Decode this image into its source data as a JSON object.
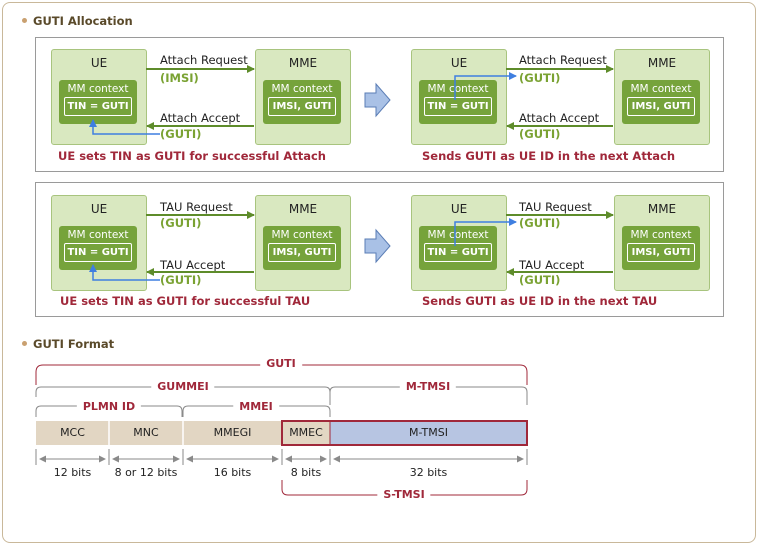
{
  "sections": {
    "allocation_title": "GUTI Allocation",
    "format_title": "GUTI Format"
  },
  "attach_left": {
    "ue": "UE",
    "mme": "MME",
    "ue_ctx_label": "MM context",
    "ue_ctx_value": "TIN = GUTI",
    "mme_ctx_label": "MM context",
    "mme_ctx_value": "IMSI, GUTI",
    "msg1": "Attach Request",
    "msg1_param": "(IMSI)",
    "msg2": "Attach Accept",
    "msg2_param": "(GUTI)",
    "caption": "UE sets TIN as GUTI for successful Attach"
  },
  "attach_right": {
    "ue": "UE",
    "mme": "MME",
    "ue_ctx_label": "MM context",
    "ue_ctx_value": "TIN = GUTI",
    "mme_ctx_label": "MM context",
    "mme_ctx_value": "IMSI, GUTI",
    "msg1": "Attach Request",
    "msg1_param": "(GUTI)",
    "msg2": "Attach Accept",
    "msg2_param": "(GUTI)",
    "caption": "Sends GUTI as UE ID in the next Attach"
  },
  "tau_left": {
    "ue": "UE",
    "mme": "MME",
    "ue_ctx_label": "MM context",
    "ue_ctx_value": "TIN = GUTI",
    "mme_ctx_label": "MM context",
    "mme_ctx_value": "IMSI, GUTI",
    "msg1": "TAU Request",
    "msg1_param": "(GUTI)",
    "msg2": "TAU Accept",
    "msg2_param": "(GUTI)",
    "caption": "UE sets TIN as GUTI for successful TAU"
  },
  "tau_right": {
    "ue": "UE",
    "mme": "MME",
    "ue_ctx_label": "MM context",
    "ue_ctx_value": "TIN = GUTI",
    "mme_ctx_label": "MM context",
    "mme_ctx_value": "IMSI, GUTI",
    "msg1": "TAU Request",
    "msg1_param": "(GUTI)",
    "msg2": "TAU Accept",
    "msg2_param": "(GUTI)",
    "caption": "Sends GUTI as UE ID in the next TAU"
  },
  "format": {
    "guti": "GUTI",
    "gummei": "GUMMEI",
    "plmn_id": "PLMN ID",
    "mmei": "MMEI",
    "m_tmsi_top": "M-TMSI",
    "s_tmsi": "S-TMSI",
    "fields": [
      "MCC",
      "MNC",
      "MMEGI",
      "MMEC",
      "M-TMSI"
    ],
    "bits": [
      "12 bits",
      "8 or 12 bits",
      "16 bits",
      "8 bits",
      "32 bits"
    ]
  },
  "colors": {
    "node_fill": "#d9e8c0",
    "context_fill": "#76a33b",
    "arrow_green": "#5e8c2a",
    "arrow_blue": "#3f7fe0",
    "caption_red": "#a0283a",
    "field_tan": "#e2d6c3",
    "field_blue": "#b7c5e2"
  }
}
